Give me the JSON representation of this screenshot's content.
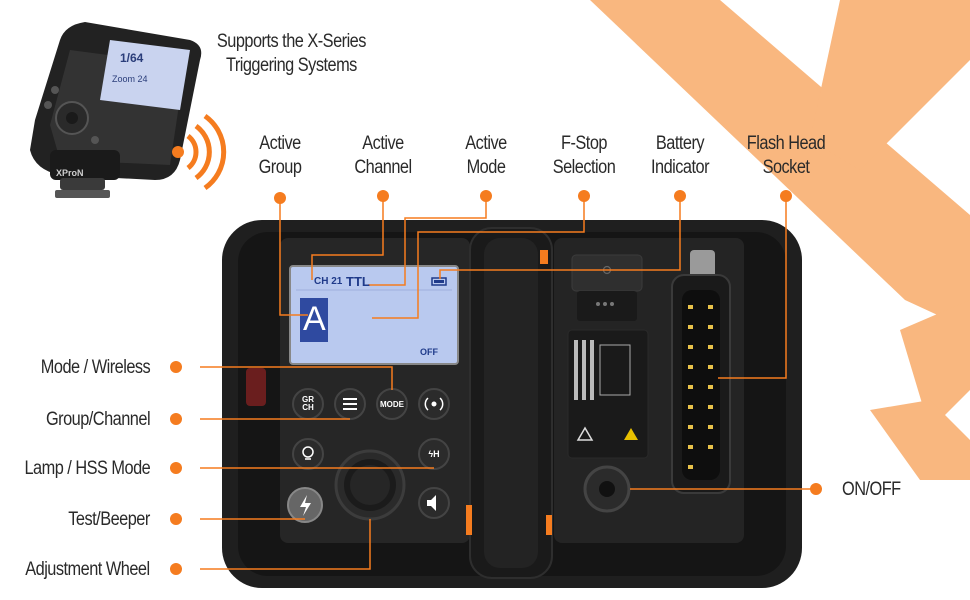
{
  "colors": {
    "accent": "#f57c1f",
    "accent_light": "#f9b77f",
    "body": "#1c1c1c",
    "screen": "#b9c9ef"
  },
  "transmitter": {
    "caption_line1": "Supports the X-Series",
    "caption_line2": "Triggering Systems",
    "brand": "XProN",
    "icon": "wireless-signal-icon"
  },
  "top_labels": [
    {
      "line1": "Active",
      "line2": "Group"
    },
    {
      "line1": "Active",
      "line2": "Channel"
    },
    {
      "line1": "Active",
      "line2": "Mode"
    },
    {
      "line1": "F-Stop",
      "line2": "Selection"
    },
    {
      "line1": "Battery",
      "line2": "Indicator"
    },
    {
      "line1": "Flash Head",
      "line2": "Socket"
    }
  ],
  "left_labels": [
    "Mode / Wireless",
    "Group/Channel",
    "Lamp / HSS Mode",
    "Test/Beeper",
    "Adjustment Wheel"
  ],
  "right_labels": [
    "ON/OFF"
  ],
  "lcd": {
    "channel": "CH 21",
    "mode": "TTL",
    "group": "A",
    "status": "OFF"
  },
  "buttons": {
    "gr_ch_line1": "GR",
    "gr_ch_line2": "CH",
    "mode": "MODE",
    "hss": "ϟH"
  }
}
